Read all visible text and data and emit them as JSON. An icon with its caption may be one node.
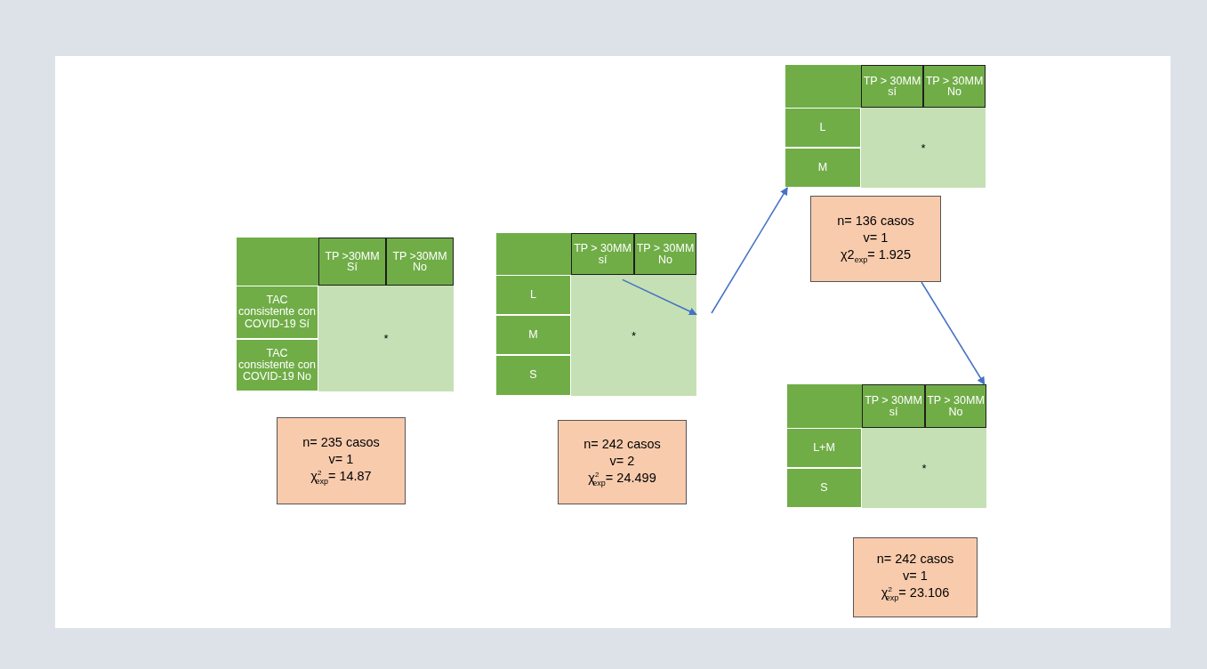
{
  "diagram": {
    "nodes": [
      {
        "text": [],
        "shape": "box"
      },
      {
        "text": [
          "TP >30MM Sí"
        ],
        "in": 0
      },
      {
        "text": [
          "TP >30MM No"
        ],
        "in": 0
      },
      {
        "text": [
          "TAC consistente con COVID-19 Sí"
        ],
        "in": 0
      },
      {
        "text": [
          "TAC consistente con COVID-19 No"
        ],
        "in": 0
      },
      {
        "text": [
          "*"
        ],
        "in": 0
      },
      {
        "text": [
          "n= 235 casos",
          "v= 1",
          "χ$^{2}$$_{exp}$= 14.87"
        ]
      },
      {
        "text": [],
        "shape": "box"
      },
      {
        "text": [
          "TP > 30MM sí"
        ],
        "in": 7
      },
      {
        "text": [
          "TP > 30MM No"
        ],
        "in": 7
      },
      {
        "text": [
          "L"
        ],
        "in": 7
      },
      {
        "text": [
          "M"
        ],
        "in": 7
      },
      {
        "text": [
          "S"
        ],
        "in": 7
      },
      {
        "text": [
          "*"
        ],
        "in": 7
      },
      {
        "text": [
          "n= 242 casos",
          "v= 2",
          "χ$^{2}$$_{exp}$= 24.499"
        ]
      },
      {
        "text": [],
        "shape": "box"
      },
      {
        "text": [
          "TP > 30MM sí"
        ],
        "in": 15
      },
      {
        "text": [
          "TP > 30MM No"
        ],
        "in": 15
      },
      {
        "text": [
          "L"
        ],
        "in": 15
      },
      {
        "text": [
          "M"
        ],
        "in": 15
      },
      {
        "text": [
          "*"
        ],
        "in": 15
      },
      {
        "text": [
          "n= 136 casos",
          "v= 1",
          "χ2$_{exp}$= 1.925"
        ]
      },
      {
        "text": [],
        "shape": "box"
      },
      {
        "text": [
          "TP > 30MM sí"
        ],
        "in": 22
      },
      {
        "text": [
          "TP > 30MM No"
        ],
        "in": 22
      },
      {
        "text": [
          "L+M"
        ],
        "in": 22
      },
      {
        "text": [
          "S"
        ],
        "in": 22
      },
      {
        "text": [
          "*"
        ],
        "in": 22
      },
      {
        "text": [
          "n= 242 casos",
          "v= 1",
          "χ$^{2}$$_{exp}$= 23.106"
        ]
      }
    ],
    "edges": [
      {
        "from": 13,
        "to": 7,
        "arrow": "to"
      },
      {
        "from": null,
        "to": 15,
        "arrow": "to"
      },
      {
        "from": 21,
        "to": 22,
        "arrow": "to"
      }
    ]
  }
}
